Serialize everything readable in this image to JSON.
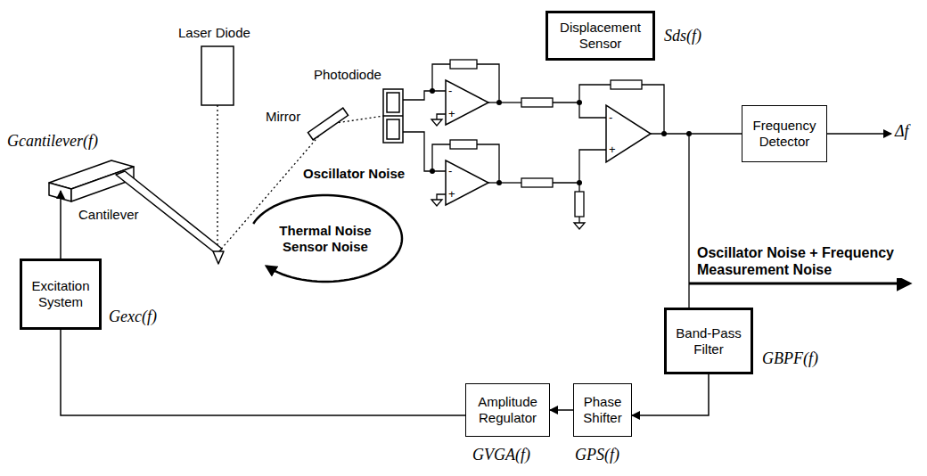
{
  "diagram": {
    "nodes": [
      {
        "text": [
          "Displacement Sensor"
        ]
      },
      {
        "text": [
          "Frequency Detector"
        ]
      },
      {
        "text": [
          "Thermal Noise Sensor Noise"
        ]
      },
      {
        "text": [
          "Excitation System"
        ]
      },
      {
        "text": [
          "Band-Pass Filter"
        ]
      },
      {
        "text": [
          "Phase Shifter"
        ]
      },
      {
        "text": [
          "Amplitude Regulator"
        ]
      }
    ],
    "edges": [
      {
        "from": 4,
        "to": 5,
        "arrow": "to"
      },
      {
        "from": 5,
        "to": 6,
        "arrow": "to"
      },
      {
        "from": 6,
        "to": 3,
        "arrow": "none"
      }
    ],
    "labels": [
      "Laser Diode",
      "Photodiode",
      "Mirror",
      "Sds(f)",
      "Gcantilever(f)",
      "Cantilever",
      "Oscillator Noise",
      "Δf",
      "Oscillator Noise + Frequency Measurement Noise",
      "Gexc(f)",
      "GBPF(f)",
      "GVGA(f)",
      "GPS(f)",
      "-",
      "+",
      "-",
      "+",
      "-",
      "+"
    ]
  }
}
